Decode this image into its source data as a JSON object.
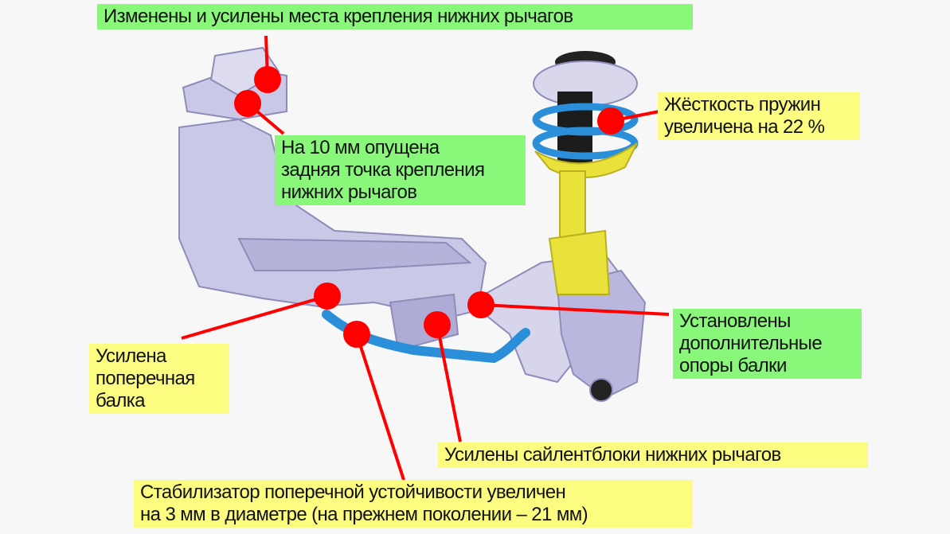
{
  "labels": {
    "mounts": {
      "lines": [
        "Изменены и усилены места крепления нижних рычагов"
      ]
    },
    "lowered": {
      "lines": [
        "На 10 мм опущена",
        "задняя точка крепления",
        "нижних рычагов"
      ]
    },
    "spring": {
      "lines": [
        "Жёсткость пружин",
        "увеличена на 22 %"
      ]
    },
    "supports": {
      "lines": [
        "Установлены",
        "дополнительные",
        "опоры балки"
      ]
    },
    "beam": {
      "lines": [
        "Усилена",
        "поперечная",
        "балка"
      ]
    },
    "bushings": {
      "lines": [
        "Усилены сайлентблоки нижних рычагов"
      ]
    },
    "stabilizer": {
      "lines": [
        "Стабилизатор поперечной устойчивости увеличен",
        "на 3 мм в диаметре (на прежнем поколении – 21 мм)"
      ]
    }
  },
  "colors": {
    "green": "#88f77a",
    "yellow": "#fcfc80",
    "marker": "#ff0000",
    "subframe": "#c9c8e6",
    "spring": "#2a8fd8",
    "strut": "#e8e23a"
  }
}
